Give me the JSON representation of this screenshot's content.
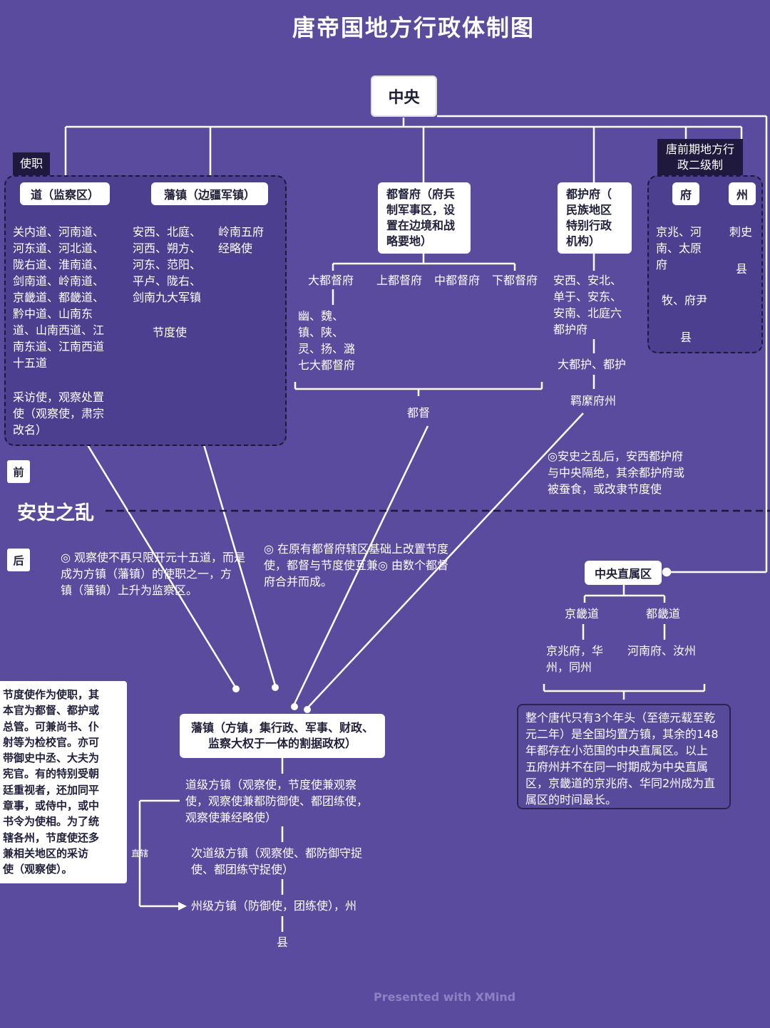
{
  "title": "唐帝国地方行政体制图",
  "central": "中央",
  "tag_shizhi": "使职",
  "tag_early": "唐前期地方行\n政二级制",
  "before_label": "前",
  "after_label": "后",
  "anshi_label": "安史之乱",
  "dao": {
    "label": "道（监察区）",
    "list": "关内道、河南道、\n河东道、河北道、\n陇右道、淮南道、\n剑南道、岭南道、\n京畿道、都畿道、\n黔中道、山南东\n道、山南西道、江\n南东道、江南西道\n十五道",
    "officer": "采访使，观察处置\n使（观察使，肃宗\n改名）"
  },
  "fanzhen": {
    "label": "藩镇（边疆军镇）",
    "list1": "安西、北庭、\n河西、朔方、\n河东、范阳、\n平卢、陇右、\n剑南九大军镇",
    "list2": "岭南五府\n经略使",
    "officer": "节度使"
  },
  "dudufu": {
    "label": "都督府（府兵\n制军事区，设\n置在边境和战\n略要地）",
    "da": "大都督府",
    "shang": "上都督府",
    "zhong": "中都督府",
    "xia": "下都督府",
    "da_list": "幽、魏、\n镇、陕、\n灵、扬、潞\n七大都督府",
    "officer": "都督"
  },
  "duhufu": {
    "label": "都护府（\n民族地区\n特别行政\n机构）",
    "list": "安西、安北、\n单于、安东、\n安南、北庭六\n都护府",
    "officer": "大都护、都护",
    "jimi": "羁縻府州",
    "note": "◎安史之乱后，安西都护府\n与中央隔绝，其余都护府或\n被蚕食，或改隶节度使"
  },
  "early": {
    "fu": "府",
    "zhou": "州",
    "fu_list": "京兆、河\n南、太原\n府",
    "fu_officer": "牧、府尹",
    "fu_county": "县",
    "zhou_officer": "刺史",
    "zhou_county": "县"
  },
  "note_guancha": "◎ 观察使不再只限开元十五道，而是\n成为方镇（藩镇）的使职之一，方\n镇（藩镇）上升为监察区。",
  "note_dudu": "◎ 在原有都督府辖区基础上改置节度\n使，都督与节度使互兼◎ 由数个都督\n府合并而成。",
  "zhongyang_zhishu": {
    "label": "中央直属区",
    "jingji": "京畿道",
    "duji": "都畿道",
    "jingji_list": "京兆府，华\n州，同州",
    "duji_list": "河南府、汝州",
    "note": "整个唐代只有3个年头（至德元载至乾\n元二年）是全国均置方镇，其余的148\n年都存在小范围的中央直属区。以上\n五府州并不在同一时期成为中央直属\n区，京畿道的京兆府、华同2州成为直\n属区的时间最长。"
  },
  "late_fanzhen": {
    "label": "藩镇（方镇，集行政、军事、财政、\n监察大权于一体的割据政权）",
    "dao_level": "道级方镇（观察使，节度使兼观察\n使，观察使兼都防御使、都团练使，\n观察使兼经略使）",
    "cidao_level": "次道级方镇（观察使、都防御守捉\n使、都团练守捉使）",
    "zhou_level": "州级方镇（防御使，团练使），州",
    "county": "县",
    "direct": "直辖"
  },
  "side_note": "节度使作为使职，其\n本官为都督、都护或\n总管。可兼尚书、仆\n射等为检校官。亦可\n带御史中丞、大夫为\n宪官。有的特别受朝\n廷重视者，还加同平\n章事，或侍中，或中\n书令为使相。为了统\n辖各州，节度使还多\n兼相关地区的采访\n使（观察使）。",
  "watermark": "Presented with XMind",
  "colors": {
    "background": "#5a4b9f",
    "dark": "#1f1a3d"
  }
}
